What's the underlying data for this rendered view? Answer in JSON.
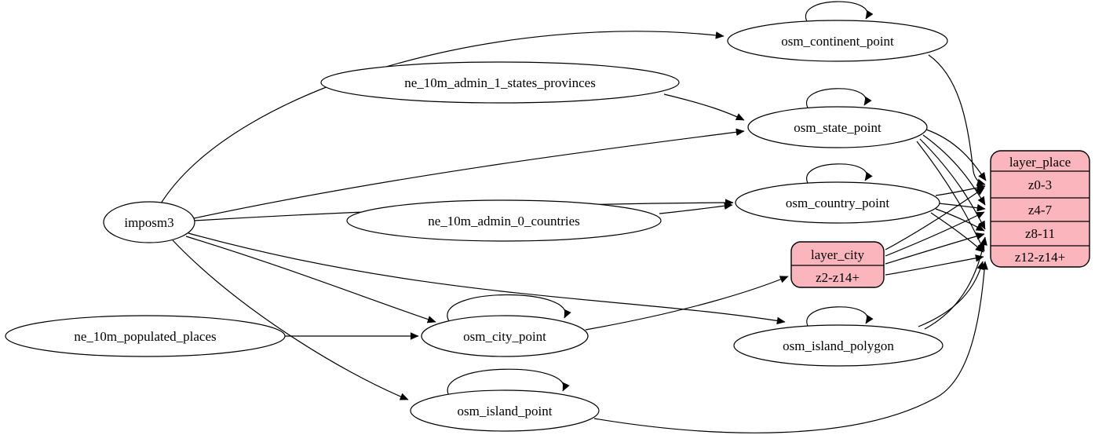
{
  "diagram": {
    "type": "etl-graph",
    "background_color": "#ffffff",
    "node_stroke_color": "#000000",
    "record_fill_color": "#fbb5bd",
    "nodes": {
      "imposm3": {
        "label": "imposm3",
        "shape": "ellipse"
      },
      "ne_10m_admin_1_states_provinces": {
        "label": "ne_10m_admin_1_states_provinces",
        "shape": "ellipse"
      },
      "ne_10m_admin_0_countries": {
        "label": "ne_10m_admin_0_countries",
        "shape": "ellipse"
      },
      "ne_10m_populated_places": {
        "label": "ne_10m_populated_places",
        "shape": "ellipse"
      },
      "osm_continent_point": {
        "label": "osm_continent_point",
        "shape": "ellipse"
      },
      "osm_state_point": {
        "label": "osm_state_point",
        "shape": "ellipse"
      },
      "osm_country_point": {
        "label": "osm_country_point",
        "shape": "ellipse"
      },
      "osm_city_point": {
        "label": "osm_city_point",
        "shape": "ellipse"
      },
      "osm_island_polygon": {
        "label": "osm_island_polygon",
        "shape": "ellipse"
      },
      "osm_island_point": {
        "label": "osm_island_point",
        "shape": "ellipse"
      },
      "layer_city": {
        "title": "layer_city",
        "rows": [
          "z2-z14+"
        ],
        "shape": "record"
      },
      "layer_place": {
        "title": "layer_place",
        "rows": [
          "z0-3",
          "z4-7",
          "z8-11",
          "z12-z14+"
        ],
        "shape": "record"
      }
    },
    "edges": [
      {
        "from": "imposm3",
        "to": "osm_continent_point"
      },
      {
        "from": "imposm3",
        "to": "osm_state_point"
      },
      {
        "from": "imposm3",
        "to": "osm_country_point"
      },
      {
        "from": "imposm3",
        "to": "osm_city_point"
      },
      {
        "from": "imposm3",
        "to": "osm_island_polygon"
      },
      {
        "from": "imposm3",
        "to": "osm_island_point"
      },
      {
        "from": "ne_10m_admin_1_states_provinces",
        "to": "osm_state_point"
      },
      {
        "from": "ne_10m_admin_0_countries",
        "to": "osm_country_point"
      },
      {
        "from": "ne_10m_populated_places",
        "to": "osm_city_point"
      },
      {
        "from": "osm_continent_point",
        "to": "osm_continent_point",
        "self_loop": true
      },
      {
        "from": "osm_state_point",
        "to": "osm_state_point",
        "self_loop": true
      },
      {
        "from": "osm_country_point",
        "to": "osm_country_point",
        "self_loop": true
      },
      {
        "from": "osm_city_point",
        "to": "osm_city_point",
        "self_loop": true
      },
      {
        "from": "osm_island_polygon",
        "to": "osm_island_polygon",
        "self_loop": true
      },
      {
        "from": "osm_island_point",
        "to": "osm_island_point",
        "self_loop": true
      },
      {
        "from": "osm_continent_point",
        "to": "layer_place",
        "to_row": "z0-3"
      },
      {
        "from": "osm_state_point",
        "to": "layer_place",
        "to_row": "z0-3"
      },
      {
        "from": "osm_state_point",
        "to": "layer_place",
        "to_row": "z4-7"
      },
      {
        "from": "osm_state_point",
        "to": "layer_place",
        "to_row": "z8-11"
      },
      {
        "from": "osm_state_point",
        "to": "layer_place",
        "to_row": "z12-z14+"
      },
      {
        "from": "osm_country_point",
        "to": "layer_place",
        "to_row": "z0-3"
      },
      {
        "from": "osm_country_point",
        "to": "layer_place",
        "to_row": "z4-7"
      },
      {
        "from": "osm_country_point",
        "to": "layer_place",
        "to_row": "z8-11"
      },
      {
        "from": "osm_country_point",
        "to": "layer_place",
        "to_row": "z12-z14+"
      },
      {
        "from": "osm_city_point",
        "to": "layer_city",
        "to_row": "z2-z14+"
      },
      {
        "from": "layer_city",
        "to": "layer_place",
        "to_row": "z0-3"
      },
      {
        "from": "layer_city",
        "to": "layer_place",
        "to_row": "z4-7"
      },
      {
        "from": "layer_city",
        "to": "layer_place",
        "to_row": "z8-11"
      },
      {
        "from": "layer_city",
        "to": "layer_place",
        "to_row": "z12-z14+"
      },
      {
        "from": "osm_island_polygon",
        "to": "layer_place",
        "to_row": "z8-11"
      },
      {
        "from": "osm_island_polygon",
        "to": "layer_place",
        "to_row": "z12-z14+"
      },
      {
        "from": "osm_island_point",
        "to": "layer_place",
        "to_row": "z12-z14+"
      }
    ]
  }
}
